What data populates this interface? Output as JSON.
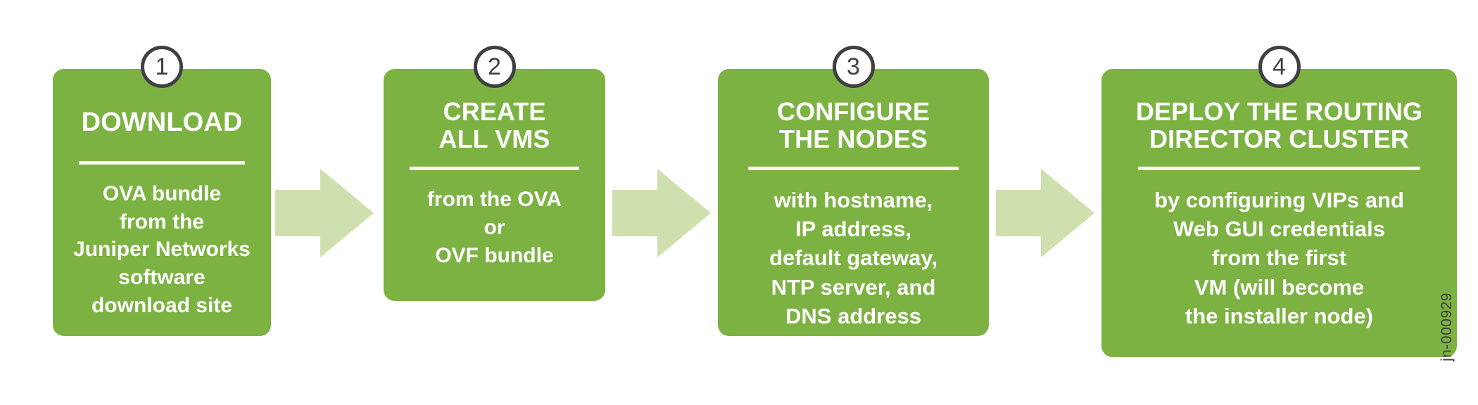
{
  "diagram": {
    "type": "process-flow",
    "orientation": "horizontal",
    "watermark": "jn-000929",
    "colors": {
      "card_green": "#7cb241",
      "arrow_green": "#cfe0ae",
      "badge_ring": "#3f3f44",
      "text_white": "#ffffff",
      "background": "#ffffff"
    },
    "steps": [
      {
        "number": "1",
        "title": "DOWNLOAD",
        "body": "OVA bundle\nfrom the\nJuniper Networks\nsoftware\ndownload site"
      },
      {
        "number": "2",
        "title": "CREATE\nALL VMS",
        "body": "from the OVA\nor\nOVF bundle"
      },
      {
        "number": "3",
        "title": "CONFIGURE\nTHE NODES",
        "body": "with hostname,\nIP address,\ndefault gateway,\nNTP server, and\nDNS address"
      },
      {
        "number": "4",
        "title": "DEPLOY THE ROUTING\nDIRECTOR CLUSTER",
        "body": "by configuring VIPs and\nWeb GUI credentials\nfrom the first\nVM (will become\nthe installer node)"
      }
    ],
    "connectors": [
      {
        "from": "1",
        "to": "2",
        "icon": "right-block-arrow"
      },
      {
        "from": "2",
        "to": "3",
        "icon": "right-block-arrow"
      },
      {
        "from": "3",
        "to": "4",
        "icon": "right-block-arrow"
      }
    ]
  }
}
